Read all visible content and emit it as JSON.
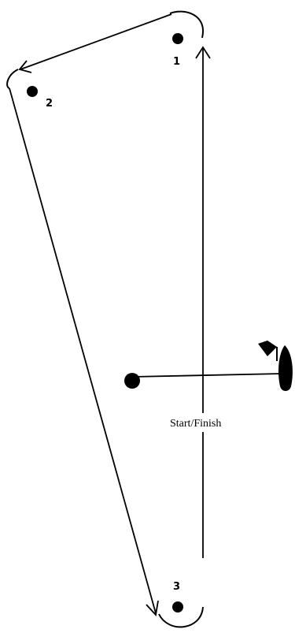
{
  "diagram": {
    "marks": [
      {
        "id": "1",
        "label": "1"
      },
      {
        "id": "2",
        "label": "2"
      },
      {
        "id": "3",
        "label": "3"
      }
    ],
    "start_finish_label": "Start/Finish",
    "colors": {
      "background": "#ffffff",
      "ink": "#000000"
    }
  }
}
